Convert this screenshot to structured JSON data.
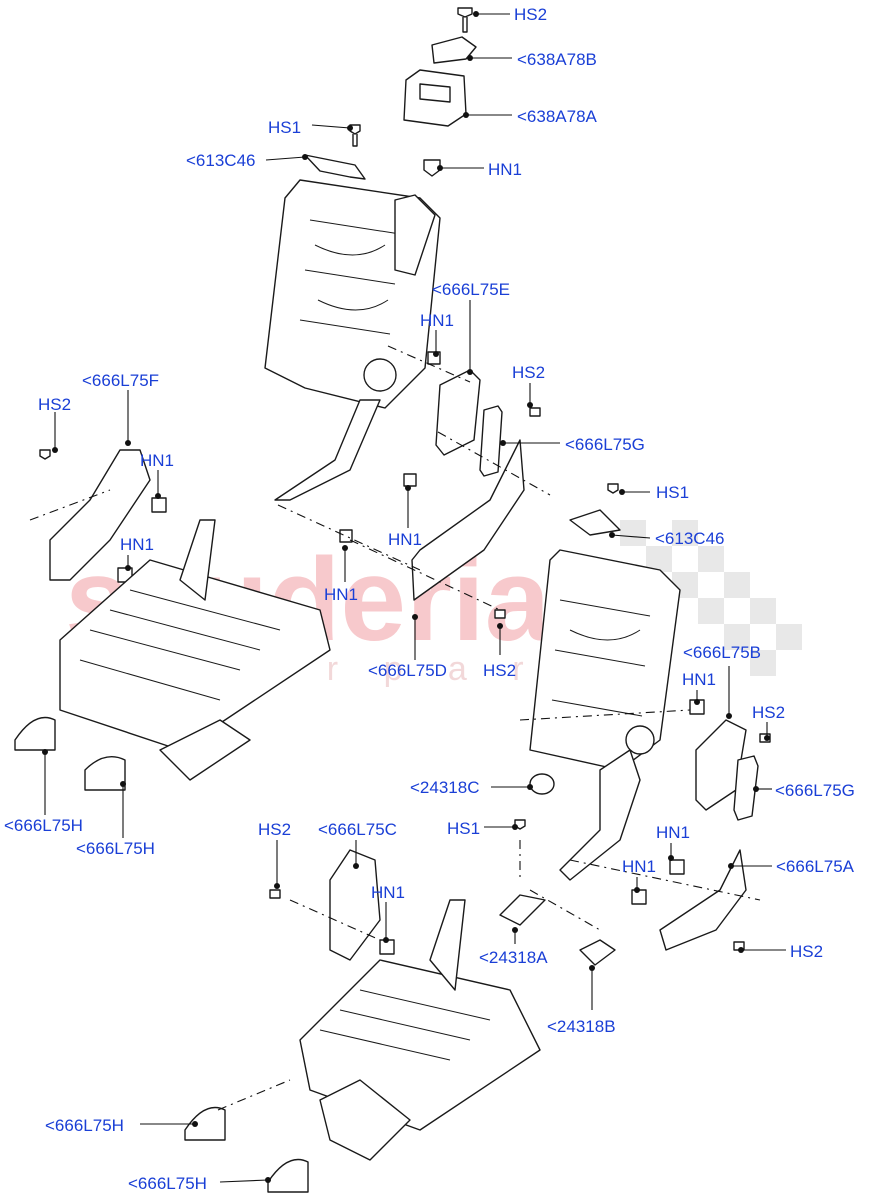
{
  "watermark": {
    "brand": "scuderia",
    "sub": "c a r p a r t s"
  },
  "callouts": [
    "HS2",
    "<638A78B",
    "<638A78A",
    "HS1",
    "<613C46",
    "HN1",
    "<666L75E",
    "HN1",
    "HS2",
    "<666L75G",
    "<666L75F",
    "HS2",
    "HN1",
    "HN1",
    "HN1",
    "HN1",
    "<666L75D",
    "HS2",
    "HS1",
    "<613C46",
    "<666L75B",
    "HN1",
    "HS2",
    "<666L75G",
    "<24318C",
    "HS1",
    "<666L75H",
    "<666L75H",
    "HS2",
    "<666L75C",
    "HN1",
    "<24318A",
    "<24318B",
    "HN1",
    "HN1",
    "<666L75A",
    "HS2",
    "<666L75H",
    "<666L75H"
  ]
}
